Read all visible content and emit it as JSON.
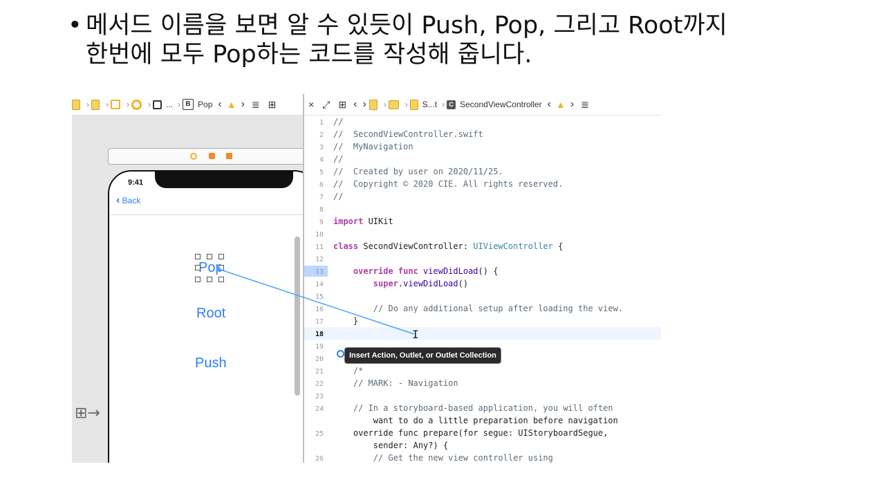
{
  "slide": {
    "bullet": "•",
    "line1": "메서드 이름을 보면 알 수 있듯이 Push, Pop, 그리고 Root까지",
    "line2": "한번에 모두 Pop하는 코드를 작성해 줍니다."
  },
  "left_jumpbar": {
    "ellipsis": "...",
    "scene_badge": "B",
    "scene_name": "Pop"
  },
  "right_jumpbar": {
    "file_short": "S...t",
    "class_badge": "C",
    "class_name": "SecondViewController"
  },
  "phone": {
    "time": "9:41",
    "back_label": "Back",
    "buttons": [
      "Pop",
      "Root",
      "Push"
    ]
  },
  "code": {
    "lines": [
      {
        "n": "1",
        "text": "//"
      },
      {
        "n": "2",
        "text": "//  SecondViewController.swift"
      },
      {
        "n": "3",
        "text": "//  MyNavigation"
      },
      {
        "n": "4",
        "text": "//"
      },
      {
        "n": "5",
        "text": "//  Created by user on 2020/11/25."
      },
      {
        "n": "6",
        "text": "//  Copyright © 2020 CIE. All rights reserved."
      },
      {
        "n": "7",
        "text": "//"
      },
      {
        "n": "8",
        "text": ""
      },
      {
        "n": "9",
        "kw": "import",
        "rest": " UIKit"
      },
      {
        "n": "10",
        "text": ""
      },
      {
        "n": "11",
        "kw": "class",
        "rest": " SecondViewController: ",
        "ty": "UIViewController",
        "tail": " {"
      },
      {
        "n": "12",
        "text": ""
      },
      {
        "n": "13",
        "indent": "    ",
        "kw": "override func",
        "fn": " viewDidLoad",
        "tail": "() {"
      },
      {
        "n": "14",
        "indent": "        ",
        "kw": "super",
        "fn": ".viewDidLoad",
        "tail": "()"
      },
      {
        "n": "15",
        "text": ""
      },
      {
        "n": "16",
        "text": "        // Do any additional setup after loading the view."
      },
      {
        "n": "17",
        "text": "    }"
      },
      {
        "n": "18",
        "text": ""
      },
      {
        "n": "19",
        "text": ""
      },
      {
        "n": "20",
        "text": ""
      },
      {
        "n": "21",
        "text": "    /*"
      },
      {
        "n": "22",
        "text": "    // MARK: - Navigation"
      },
      {
        "n": "23",
        "text": ""
      },
      {
        "n": "24",
        "text": "    // In a storyboard-based application, you will often"
      },
      {
        "n": "",
        "text": "        want to do a little preparation before navigation"
      },
      {
        "n": "25",
        "text": "    override func prepare(for segue: UIStoryboardSegue,"
      },
      {
        "n": "",
        "text": "        sender: Any?) {"
      },
      {
        "n": "26",
        "text": "        // Get the new view controller using"
      }
    ]
  },
  "tooltip": "Insert Action, Outlet, or Outlet Collection"
}
